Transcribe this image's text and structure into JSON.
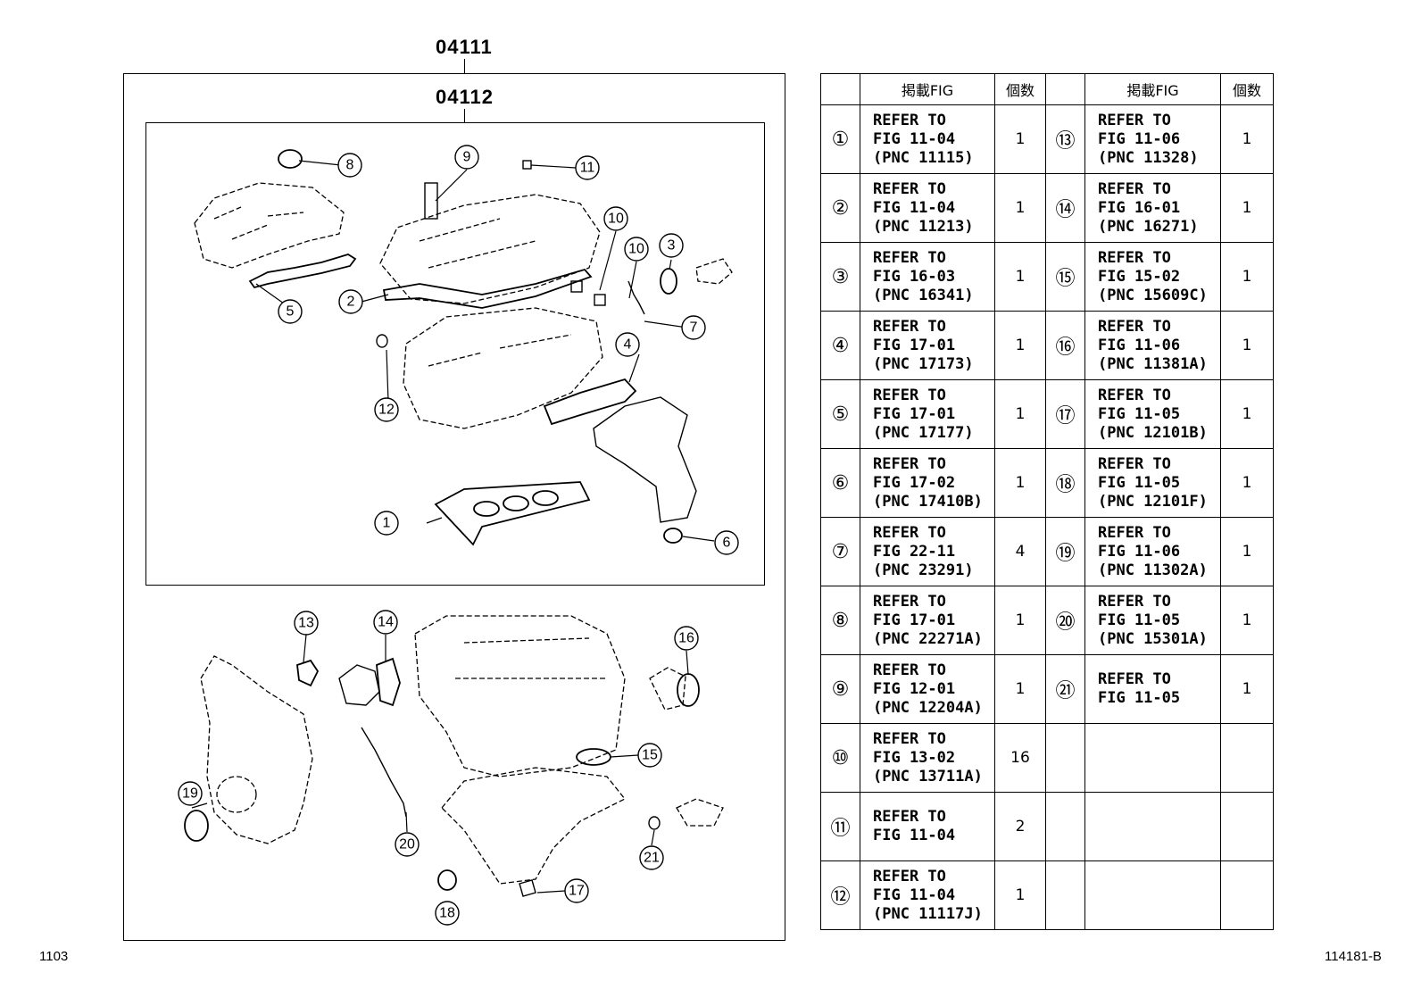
{
  "diagram": {
    "assembly_outer": "04111",
    "assembly_inner": "04112",
    "callouts": [
      "1",
      "2",
      "3",
      "4",
      "5",
      "6",
      "7",
      "8",
      "9",
      "10",
      "10",
      "11",
      "12",
      "13",
      "14",
      "15",
      "16",
      "17",
      "18",
      "19",
      "20",
      "21"
    ]
  },
  "table": {
    "headers": {
      "fig": "掲載FIG",
      "qty": "個数"
    },
    "rows": [
      {
        "left": {
          "no": "①",
          "line1": "REFER TO",
          "line2": "FIG 11-04",
          "line3": "(PNC 11115)",
          "qty": "1"
        },
        "right": {
          "no": "⑬",
          "line1": "REFER TO",
          "line2": "FIG 11-06",
          "line3": "(PNC 11328)",
          "qty": "1"
        }
      },
      {
        "left": {
          "no": "②",
          "line1": "REFER TO",
          "line2": "FIG 11-04",
          "line3": "(PNC 11213)",
          "qty": "1"
        },
        "right": {
          "no": "⑭",
          "line1": "REFER TO",
          "line2": "FIG 16-01",
          "line3": "(PNC 16271)",
          "qty": "1"
        }
      },
      {
        "left": {
          "no": "③",
          "line1": "REFER TO",
          "line2": "FIG 16-03",
          "line3": "(PNC 16341)",
          "qty": "1"
        },
        "right": {
          "no": "⑮",
          "line1": "REFER TO",
          "line2": "FIG 15-02",
          "line3": "(PNC 15609C)",
          "qty": "1"
        }
      },
      {
        "left": {
          "no": "④",
          "line1": "REFER TO",
          "line2": "FIG 17-01",
          "line3": "(PNC 17173)",
          "qty": "1"
        },
        "right": {
          "no": "⑯",
          "line1": "REFER TO",
          "line2": "FIG 11-06",
          "line3": "(PNC 11381A)",
          "qty": "1"
        }
      },
      {
        "left": {
          "no": "⑤",
          "line1": "REFER TO",
          "line2": "FIG 17-01",
          "line3": "(PNC 17177)",
          "qty": "1"
        },
        "right": {
          "no": "⑰",
          "line1": "REFER TO",
          "line2": "FIG 11-05",
          "line3": "(PNC 12101B)",
          "qty": "1"
        }
      },
      {
        "left": {
          "no": "⑥",
          "line1": "REFER TO",
          "line2": "FIG 17-02",
          "line3": "(PNC 17410B)",
          "qty": "1"
        },
        "right": {
          "no": "⑱",
          "line1": "REFER TO",
          "line2": "FIG 11-05",
          "line3": "(PNC 12101F)",
          "qty": "1"
        }
      },
      {
        "left": {
          "no": "⑦",
          "line1": "REFER TO",
          "line2": "FIG 22-11",
          "line3": "(PNC 23291)",
          "qty": "4"
        },
        "right": {
          "no": "⑲",
          "line1": "REFER TO",
          "line2": "FIG 11-06",
          "line3": "(PNC 11302A)",
          "qty": "1"
        }
      },
      {
        "left": {
          "no": "⑧",
          "line1": "REFER TO",
          "line2": "FIG 17-01",
          "line3": "(PNC 22271A)",
          "qty": "1"
        },
        "right": {
          "no": "⑳",
          "line1": "REFER TO",
          "line2": "FIG 11-05",
          "line3": "(PNC 15301A)",
          "qty": "1"
        }
      },
      {
        "left": {
          "no": "⑨",
          "line1": "REFER TO",
          "line2": "FIG 12-01",
          "line3": "(PNC 12204A)",
          "qty": "1"
        },
        "right": {
          "no": "㉑",
          "line1": "REFER TO",
          "line2": "FIG 11-05",
          "line3": "",
          "qty": "1"
        }
      },
      {
        "left": {
          "no": "⑩",
          "line1": "REFER TO",
          "line2": "FIG 13-02",
          "line3": "(PNC 13711A)",
          "qty": "16"
        },
        "right": {
          "no": "",
          "line1": "",
          "line2": "",
          "line3": "",
          "qty": ""
        }
      },
      {
        "left": {
          "no": "⑪",
          "line1": "REFER TO",
          "line2": "FIG 11-04",
          "line3": "",
          "qty": "2"
        },
        "right": {
          "no": "",
          "line1": "",
          "line2": "",
          "line3": "",
          "qty": ""
        }
      },
      {
        "left": {
          "no": "⑫",
          "line1": "REFER TO",
          "line2": "FIG 11-04",
          "line3": "(PNC 11117J)",
          "qty": "1"
        },
        "right": {
          "no": "",
          "line1": "",
          "line2": "",
          "line3": "",
          "qty": ""
        }
      }
    ]
  },
  "footer": {
    "left_code": "1103",
    "right_code": "114181-B"
  }
}
